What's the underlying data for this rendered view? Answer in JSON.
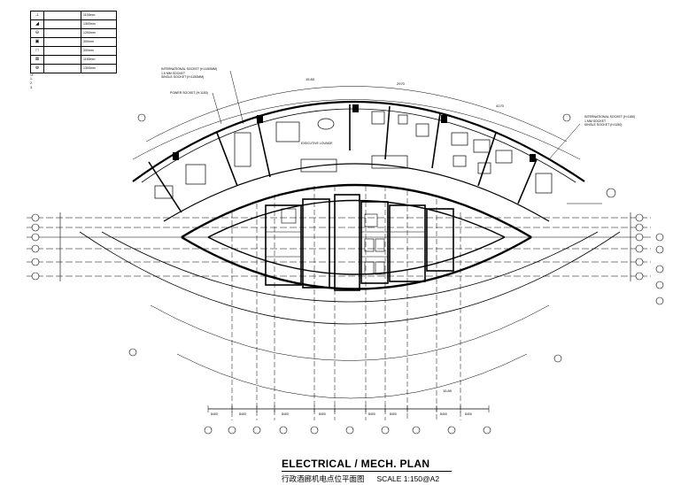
{
  "drawing": {
    "title": "ELECTRICAL / MECH. PLAN",
    "subtitle_cn": "行政酒廊机电点位平面图",
    "scale": "SCALE 1:150@A2"
  },
  "legend": {
    "rows": [
      {
        "symbol": "⊥",
        "name": "",
        "height": "1100mm"
      },
      {
        "symbol": "◢",
        "name": "",
        "height": "1300mm"
      },
      {
        "symbol": "⊖",
        "name": "",
        "height": "1200mm"
      },
      {
        "symbol": "▣",
        "name": "",
        "height": "300mm"
      },
      {
        "symbol": "□",
        "name": "",
        "height": "300mm"
      },
      {
        "symbol": "⊠",
        "name": "",
        "height": "1150mm"
      },
      {
        "symbol": "⊛",
        "name": "",
        "height": "1300mm"
      }
    ]
  },
  "notes": [
    "注:",
    "1.",
    "2.",
    "3."
  ],
  "callouts": {
    "top_left": [
      "INTERNATIONAL SOCKET (H:1150MM)",
      "1.5 MM SOCKET",
      "SINGLE SOCKET (H:1150MM)"
    ],
    "left": [
      "POWER SOCKET (H:1150)"
    ],
    "right": [
      "INTERNATIONAL SOCKET (H:1150)",
      "1 MM SOCKET",
      "SINGLE SOCKET (H:1150)"
    ]
  },
  "room_labels": {
    "lounge": "EXECUTIVE LOUNGE"
  },
  "dimensions": {
    "top": [
      "15.80",
      "2970",
      "4170"
    ],
    "bottom": [
      "15.80"
    ],
    "bottom_row": [
      "8400",
      "8400",
      "8400",
      "8400",
      "8400",
      "8400",
      "8400",
      "8400"
    ]
  }
}
